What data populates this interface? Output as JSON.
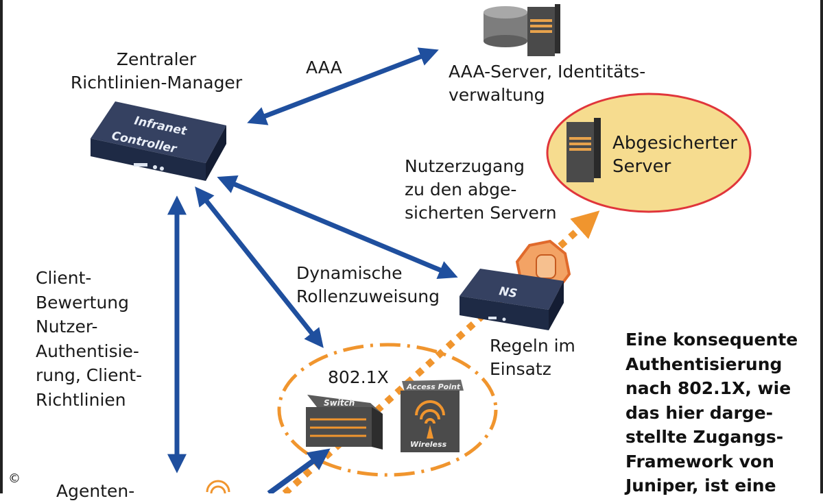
{
  "labels": {
    "aaa": "AAA",
    "aaa_server": "AAA-Server, Identitäts-\nverwaltung",
    "central_manager": "Zentraler\nRichtlinien-Manager",
    "secured_server": "Abgesicherter\nServer",
    "user_access": "Nutzerzugang\nzu den abge-\nsicherten Servern",
    "dynamic_roles": "Dynamische\nRollenzuweisung",
    "client_eval": "Client-\nBewertung\nNutzer-\nAuthentisie-\nrung, Client-\nRichtlinien",
    "rules": "Regeln im\nEinsatz",
    "dot1x": "802.1X",
    "agent": "Agenten-"
  },
  "devices": {
    "infranet_line1": "Infranet",
    "infranet_line2": "Controller",
    "ns": "NS",
    "switch": "Switch",
    "access_point": "Access Point",
    "wireless": "Wireless"
  },
  "caption": "Eine konsequente\nAuthentisierung\nnach 802.1X, wie\ndas hier darge-\nstellte Zugangs-\nFramework von\nJuniper, ist eine",
  "copyright": "©",
  "colors": {
    "arrow_blue": "#1f4f9e",
    "orange": "#f0952e",
    "highlight_fill": "#f6dc8f",
    "highlight_border": "#e0353b",
    "device_dark": "#2e3b57"
  }
}
